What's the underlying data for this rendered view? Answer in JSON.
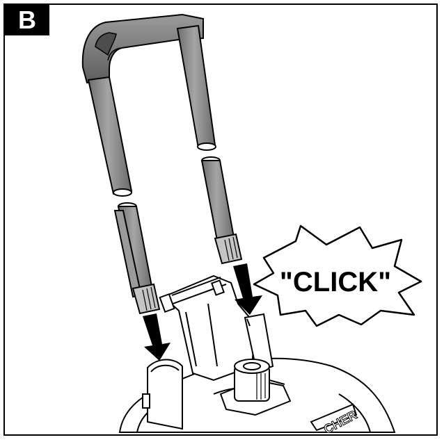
{
  "step_label": "B",
  "callout_text": "\"CLICK\"",
  "brand_fragment": "CHER",
  "colors": {
    "tube_fill": "#8c8c8c",
    "tube_dark": "#5a5a5a",
    "handle_fill": "#7a7a7a",
    "knob_fill": "#b5b5b5",
    "arrow_fill": "#000000",
    "outline": "#000000",
    "background": "#ffffff"
  }
}
